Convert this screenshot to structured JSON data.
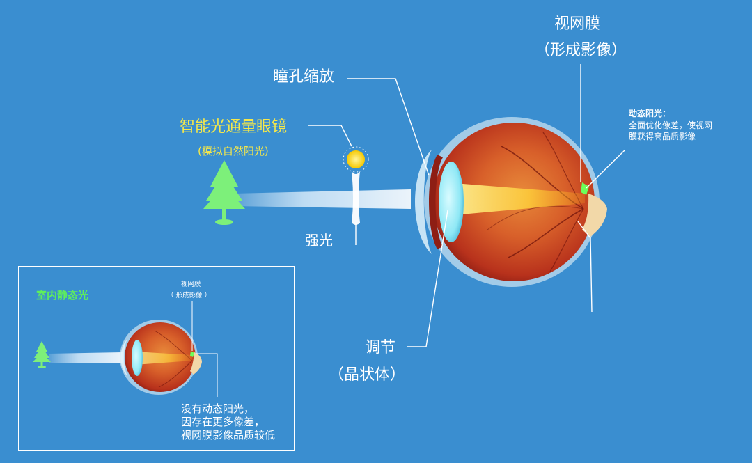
{
  "colors": {
    "background": "#3a8ed0",
    "highlight_yellow": "#f5e84a",
    "highlight_green": "#5ff05a",
    "text_white": "#ffffff",
    "eye_red": "#c8301e",
    "lens_cyan": "#8fe8f5"
  },
  "main": {
    "retina_label": "视网膜",
    "retina_sub": "（形成影像）",
    "pupil_label": "瞳孔缩放",
    "glasses_label": "智能光通量眼镜",
    "glasses_sub": "(模拟自然阳光)",
    "strong_light_label": "强光",
    "dynamic_title": "动态阳光：",
    "dynamic_line1": "全面优化像差，使视网",
    "dynamic_line2": "膜获得高品质影像",
    "adjust_label": "调节",
    "lens_sub": "（晶状体）"
  },
  "inset": {
    "title": "室内静态光",
    "retina_label": "视网膜",
    "retina_sub": "（ 形成影像 ）",
    "note_line1": "没有动态阳光，",
    "note_line2": "因存在更多像差，",
    "note_line3": "视网膜影像品质较低"
  },
  "icons": [
    "tree-icon",
    "sun-icon",
    "eye-illustration"
  ]
}
